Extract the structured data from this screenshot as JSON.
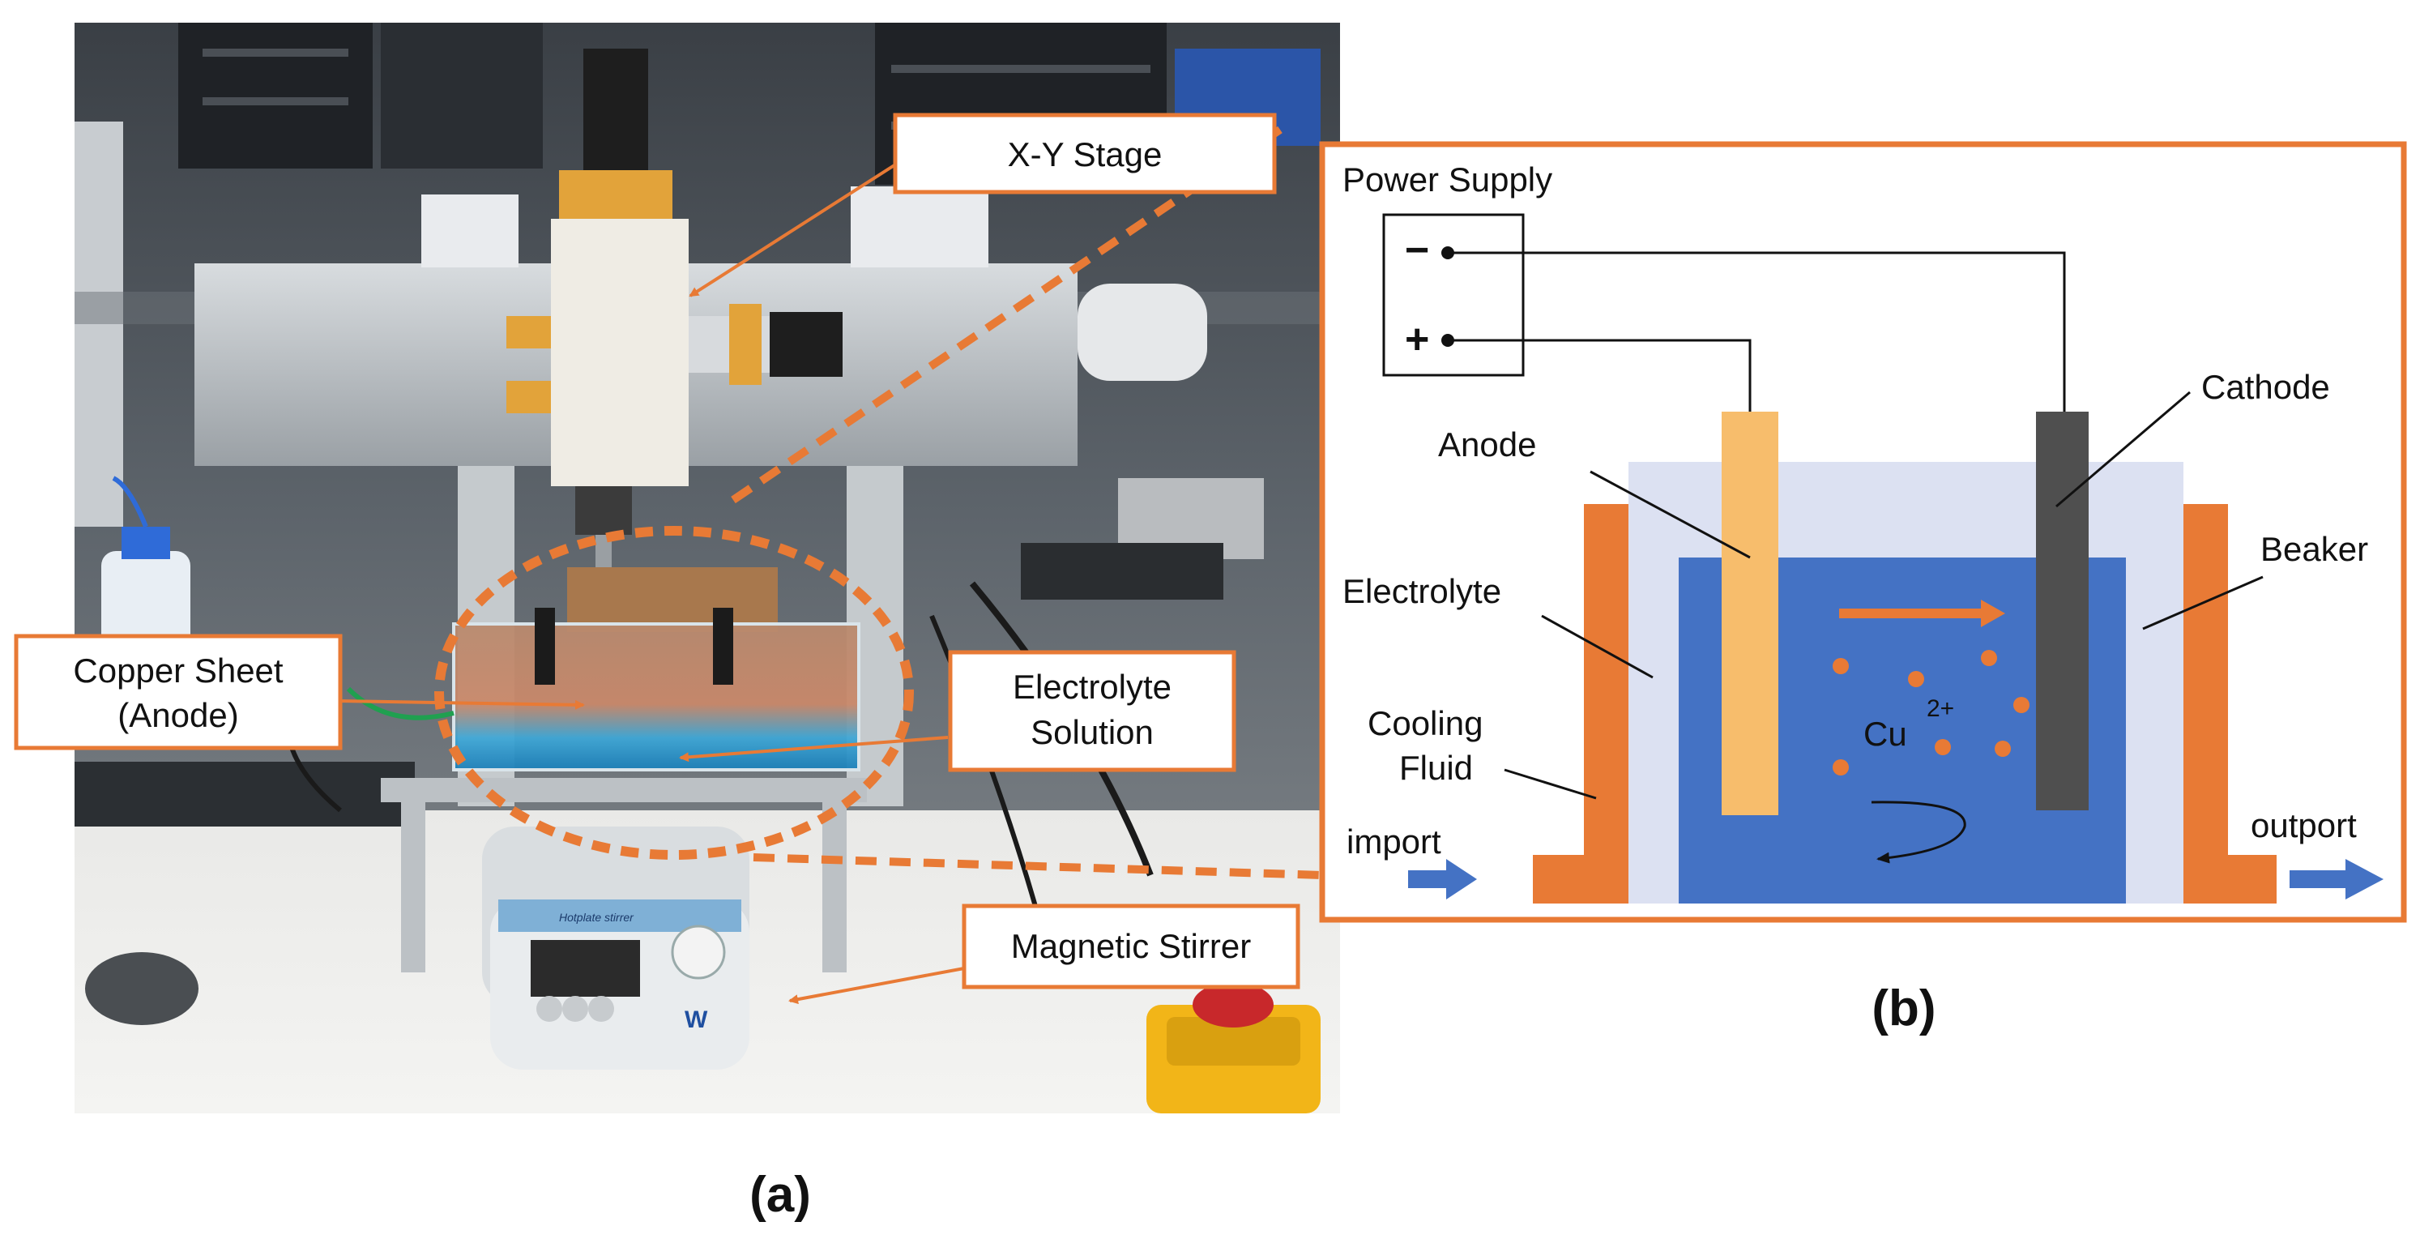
{
  "colors": {
    "accent_orange": "#E87A35",
    "electrolyte_blue": "#4472C4",
    "beaker_light": "#DCE1F2",
    "anode_tan": "#F7BD6C",
    "cathode_gray": "#4F4F4F",
    "arrow_blue": "#4472C4"
  },
  "panel_a": {
    "caption": "(a)",
    "callouts": {
      "xy_stage": "X-Y Stage",
      "copper_sheet_line1": "Copper Sheet",
      "copper_sheet_line2": "(Anode)",
      "electrolyte_line1": "Electrolyte",
      "electrolyte_line2": "Solution",
      "magnetic_stirrer": "Magnetic Stirrer"
    },
    "device": {
      "stirrer_brand": "Hotplate stirrer",
      "logo_letter": "W"
    }
  },
  "panel_b": {
    "caption": "(b)",
    "power_supply": "Power Supply",
    "minus_sign": "−",
    "plus_sign": "+",
    "cathode": "Cathode",
    "anode": "Anode",
    "beaker": "Beaker",
    "electrolyte": "Electrolyte",
    "cooling_line1": "Cooling",
    "cooling_line2": "Fluid",
    "ion": "Cu",
    "ion_charge": "2+",
    "import": "import",
    "outport": "outport"
  }
}
